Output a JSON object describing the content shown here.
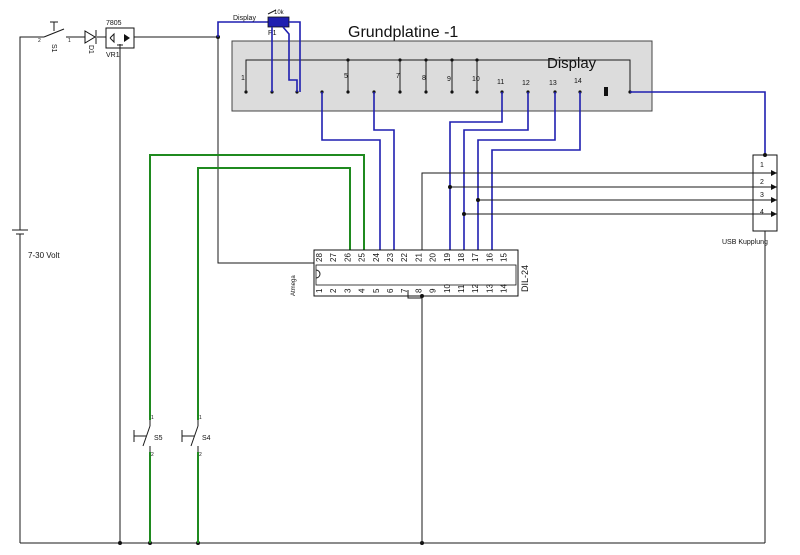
{
  "board_title": "Grundplatine -1",
  "display": {
    "title": "Display",
    "pins": [
      "1",
      "5",
      "7",
      "8",
      "9",
      "10",
      "11",
      "12",
      "13",
      "14"
    ]
  },
  "regulator": {
    "part": "7805",
    "ref": "VR1"
  },
  "diode": {
    "ref": "D1"
  },
  "switches": {
    "s1": "S1",
    "s5": "S5",
    "s4": "S4",
    "pin1": "1",
    "pin2": "2"
  },
  "poti": {
    "net_label": "Display",
    "value": "10k",
    "ref": "P1"
  },
  "battery": {
    "label": "7-30 Volt"
  },
  "usb": {
    "label": "USB Kupplung",
    "pins": [
      "1",
      "2",
      "3",
      "4"
    ]
  },
  "ic": {
    "package": "DIL-24",
    "label": "Atmega",
    "top_pins": [
      "28",
      "27",
      "26",
      "25",
      "24",
      "23",
      "22",
      "21",
      "20",
      "19",
      "18",
      "17",
      "16",
      "15"
    ],
    "bottom_pins": [
      "1",
      "2",
      "3",
      "4",
      "5",
      "6",
      "7",
      "8",
      "9",
      "10",
      "11",
      "12",
      "13",
      "14"
    ]
  }
}
